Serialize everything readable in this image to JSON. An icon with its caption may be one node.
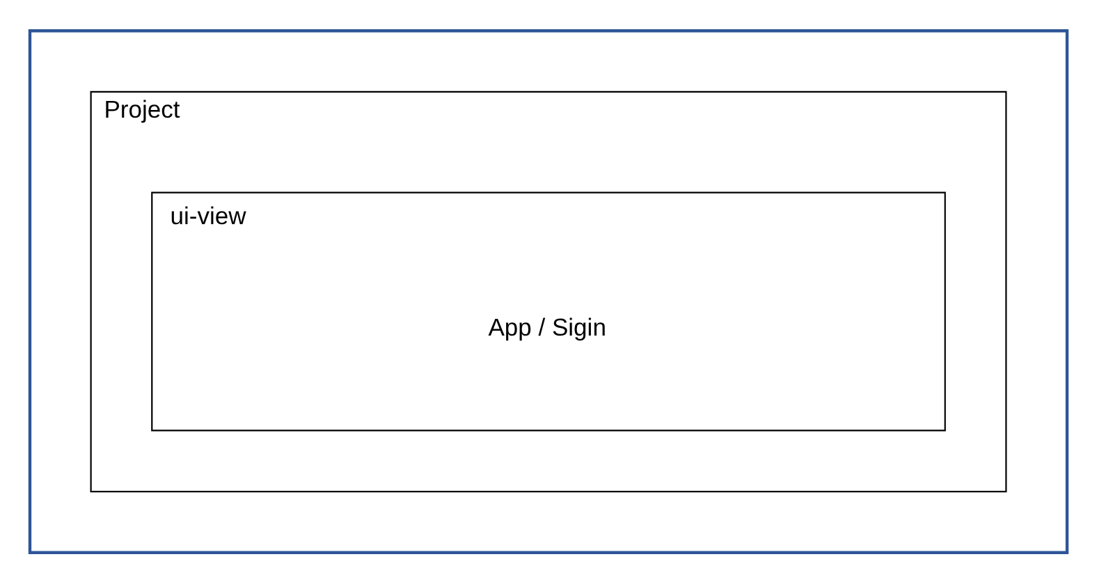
{
  "diagram": {
    "nodes": [
      {
        "text": [],
        "shape": "box"
      },
      {
        "text": [
          "Project"
        ],
        "in": 0
      },
      {
        "text": [
          "ui-view",
          "App / Sigin"
        ],
        "in": 1
      }
    ],
    "edges": []
  }
}
